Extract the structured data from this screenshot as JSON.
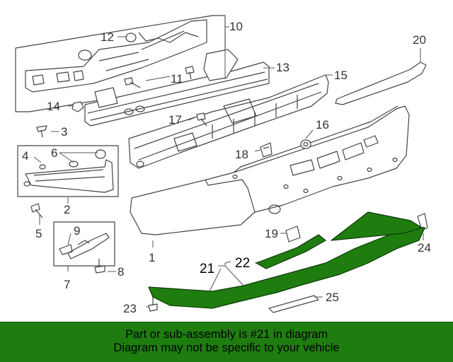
{
  "callouts": {
    "c1": "1",
    "c2": "2",
    "c3": "3",
    "c4": "4",
    "c5": "5",
    "c6": "6",
    "c7": "7",
    "c8": "8",
    "c9": "9",
    "c10": "10",
    "c11": "11",
    "c12": "12",
    "c13": "13",
    "c14": "14",
    "c15": "15",
    "c16": "16",
    "c17": "17",
    "c18": "18",
    "c19": "19",
    "c20": "20",
    "c21": "21",
    "c22": "22",
    "c23": "23",
    "c24": "24",
    "c25": "25"
  },
  "footer": {
    "line1": "Part or sub-assembly is #21 in diagram",
    "line2": "Diagram may not be specific to your vehicle"
  },
  "colors": {
    "highlight": "#1f7d10",
    "footer_bg": "#1f7d10",
    "line": "#444444"
  }
}
